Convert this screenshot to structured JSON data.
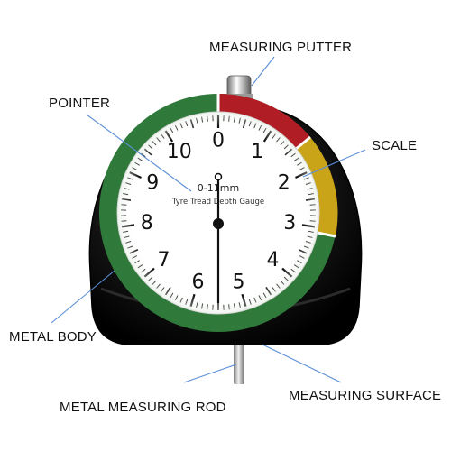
{
  "labels": {
    "measuring_putter": "MEASURING PUTTER",
    "pointer": "POINTER",
    "scale": "SCALE",
    "metal_body": "METAL BODY",
    "metal_measuring_rod": "METAL MEASURING ROD",
    "measuring_surface": "MEASURING SURFACE"
  },
  "dial": {
    "range_text": "0-11mm",
    "caption": "Tyre Tread Depth Gauge",
    "numbers": [
      "0",
      "1",
      "2",
      "3",
      "4",
      "5",
      "6",
      "7",
      "8",
      "9",
      "10"
    ],
    "pointer_reading": 0
  },
  "colors": {
    "body": "#111111",
    "zone_red": "#b11d24",
    "zone_yellow": "#c9a318",
    "zone_green": "#2f7a3a",
    "face": "#ffffff",
    "leader": "#5b8fd6"
  }
}
